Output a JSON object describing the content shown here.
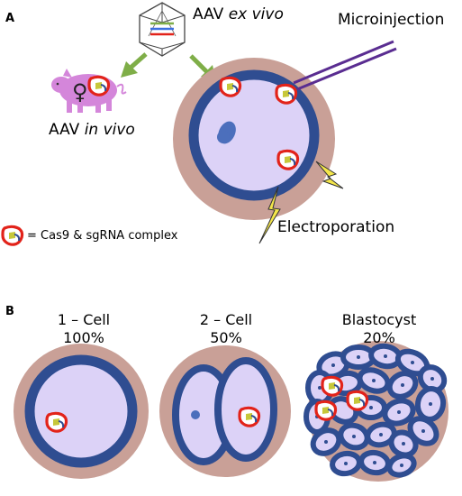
{
  "panel_a": {
    "letter": "A",
    "aav_ex_vivo_prefix": "AAV ",
    "aav_ex_vivo_italic": "ex vivo",
    "aav_in_vivo_prefix": "AAV ",
    "aav_in_vivo_italic": "in vivo",
    "microinjection": "Microinjection",
    "electroporation": "Electroporation",
    "legend_text": "= Cas9 & sgRNA complex",
    "female_symbol": "♀"
  },
  "panel_b": {
    "letter": "B",
    "stages": [
      {
        "name": "1 – Cell",
        "percent": "100%"
      },
      {
        "name": "2 – Cell",
        "percent": "50%"
      },
      {
        "name": "Blastocyst",
        "percent": "20%"
      }
    ]
  },
  "colors": {
    "zona": "#c9a097",
    "membrane": "#2f4d91",
    "cytoplasm": "#dcd2f7",
    "complex_red": "#e2231a",
    "complex_yellow": "#c7c73a",
    "arrow_green": "#7fae48",
    "needle_purple": "#5a2d91",
    "bolt_yellow": "#f4e64a",
    "pig_pink": "#d486da"
  }
}
